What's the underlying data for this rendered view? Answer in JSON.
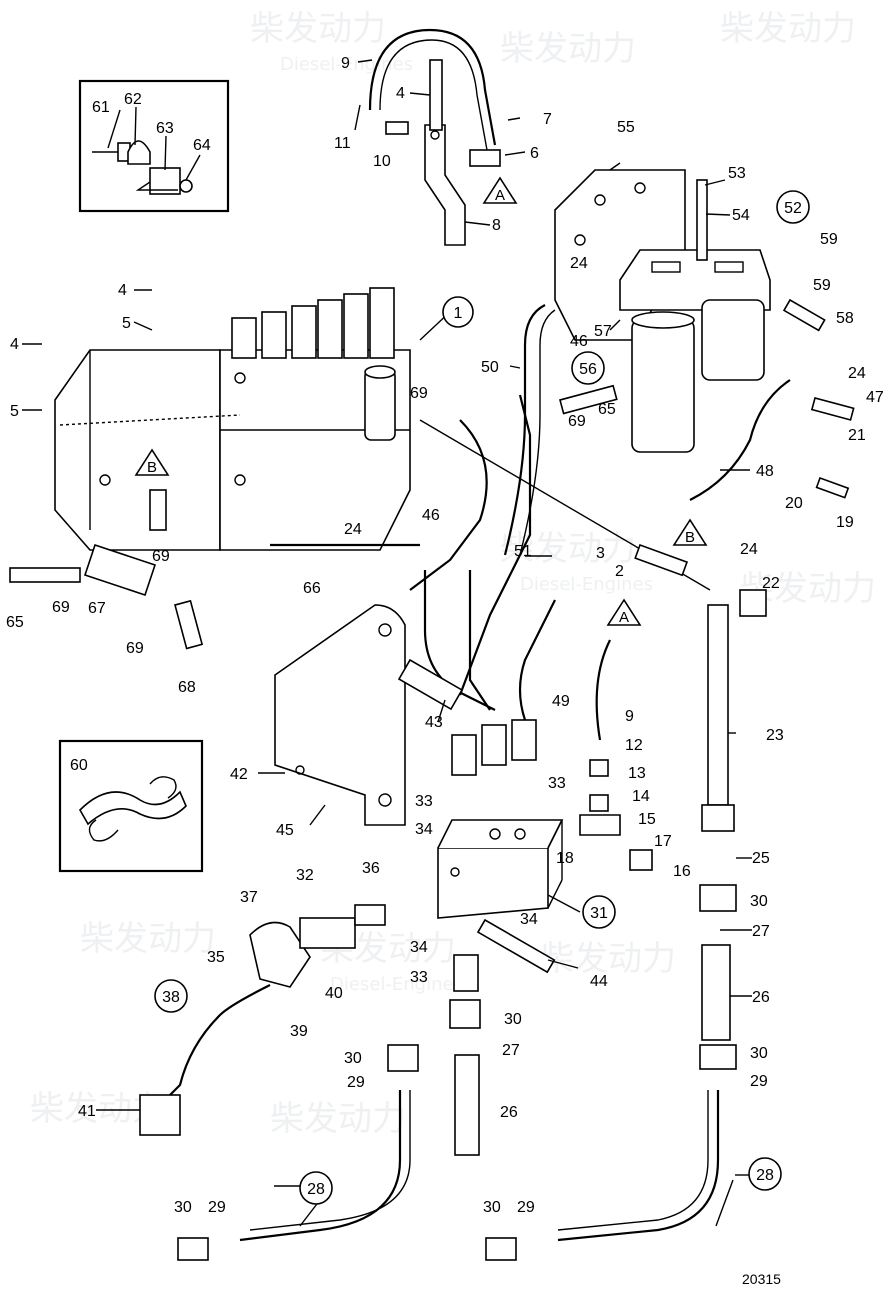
{
  "drawing_number": "20315",
  "watermark": {
    "cn": "柴发动力",
    "en": "Diesel-Engines"
  },
  "markers": {
    "A": "A",
    "B": "B"
  },
  "labels": {
    "l1": "1",
    "l2": "2",
    "l3": "3",
    "l4a": "4",
    "l4b": "4",
    "l4c": "4",
    "l5a": "5",
    "l5b": "5",
    "l6": "6",
    "l7": "7",
    "l8": "8",
    "l9a": "9",
    "l9b": "9",
    "l10": "10",
    "l11": "11",
    "l12": "12",
    "l13": "13",
    "l14": "14",
    "l15": "15",
    "l16": "16",
    "l17": "17",
    "l18": "18",
    "l19": "19",
    "l20": "20",
    "l21": "21",
    "l22": "22",
    "l23": "23",
    "l24a": "24",
    "l24b": "24",
    "l24c": "24",
    "l24d": "24",
    "l25": "25",
    "l26a": "26",
    "l26b": "26",
    "l27a": "27",
    "l27b": "27",
    "l28a": "28",
    "l28b": "28",
    "l29a": "29",
    "l29b": "29",
    "l29c": "29",
    "l29d": "29",
    "l30a": "30",
    "l30b": "30",
    "l30c": "30",
    "l30d": "30",
    "l30e": "30",
    "l30f": "30",
    "l31": "31",
    "l32": "32",
    "l33a": "33",
    "l33b": "33",
    "l33c": "33",
    "l34a": "34",
    "l34b": "34",
    "l34c": "34",
    "l35": "35",
    "l36": "36",
    "l37": "37",
    "l38": "38",
    "l39": "39",
    "l40": "40",
    "l41": "41",
    "l42": "42",
    "l43": "43",
    "l44": "44",
    "l45": "45",
    "l46a": "46",
    "l46b": "46",
    "l47": "47",
    "l48": "48",
    "l49": "49",
    "l50": "50",
    "l51": "51",
    "l52": "52",
    "l53": "53",
    "l54": "54",
    "l55": "55",
    "l56": "56",
    "l57": "57",
    "l58": "58",
    "l59a": "59",
    "l59b": "59",
    "l60": "60",
    "l61": "61",
    "l62": "62",
    "l63": "63",
    "l64": "64",
    "l65a": "65",
    "l65b": "65",
    "l66": "66",
    "l67": "67",
    "l68": "68",
    "l69a": "69",
    "l69b": "69",
    "l69c": "69",
    "l69d": "69",
    "l69e": "69"
  }
}
